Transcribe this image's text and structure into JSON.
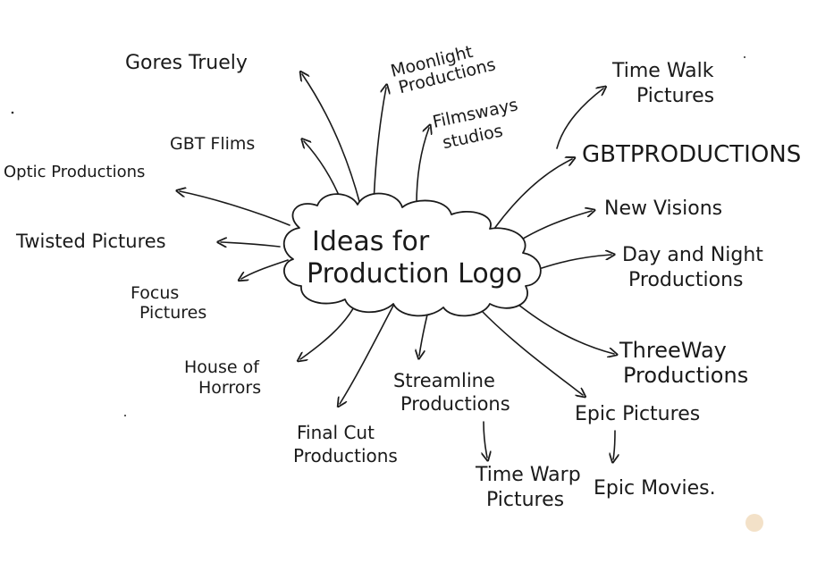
{
  "center": {
    "line1": "Ideas for",
    "line2": "Production Logo"
  },
  "nodes": {
    "gores_truely": [
      "Gores Truely"
    ],
    "moonlight": [
      "Moonlight",
      "Productions"
    ],
    "filmsways": [
      "Filmsways",
      "studios"
    ],
    "time_walk": [
      "Time Walk",
      "Pictures"
    ],
    "gbt_flims": [
      "GBT Flims"
    ],
    "optic": [
      "Optic Productions"
    ],
    "gbt_productions": [
      "GBTPRODUCTIONS"
    ],
    "new_visions": [
      "New Visions"
    ],
    "twisted": [
      "Twisted Pictures"
    ],
    "day_night": [
      "Day and Night",
      "Productions"
    ],
    "focus": [
      "Focus",
      "Pictures"
    ],
    "house_horrors": [
      "House of",
      "Horrors"
    ],
    "threeway": [
      "ThreeWay",
      "Productions"
    ],
    "streamline": [
      "Streamline",
      "Productions"
    ],
    "final_cut": [
      "Final Cut",
      "Productions"
    ],
    "epic_pictures": [
      "Epic Pictures"
    ],
    "time_warp": [
      "Time Warp",
      "Pictures"
    ],
    "epic_movies": [
      "Epic Movies."
    ]
  },
  "colors": {
    "ink": "#1a1a1a",
    "paper": "#ffffff"
  }
}
